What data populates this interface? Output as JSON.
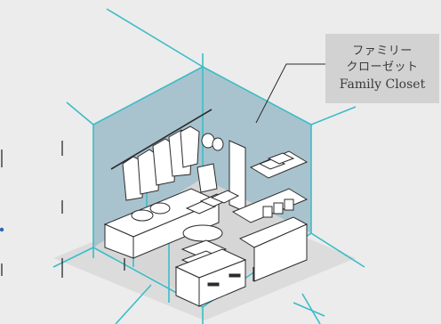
{
  "callout": {
    "line1": "ファミリー",
    "line2": "クローゼット",
    "line3": "Family Closet"
  },
  "colors": {
    "background": "#ececec",
    "room_floor": "#dadada",
    "wall": "#a8c3ce",
    "guide_line": "#3cbcc6",
    "outline": "#2b2b2b",
    "callout_bg": "#d2d2d2",
    "accent_dot": "#2a64b4"
  }
}
